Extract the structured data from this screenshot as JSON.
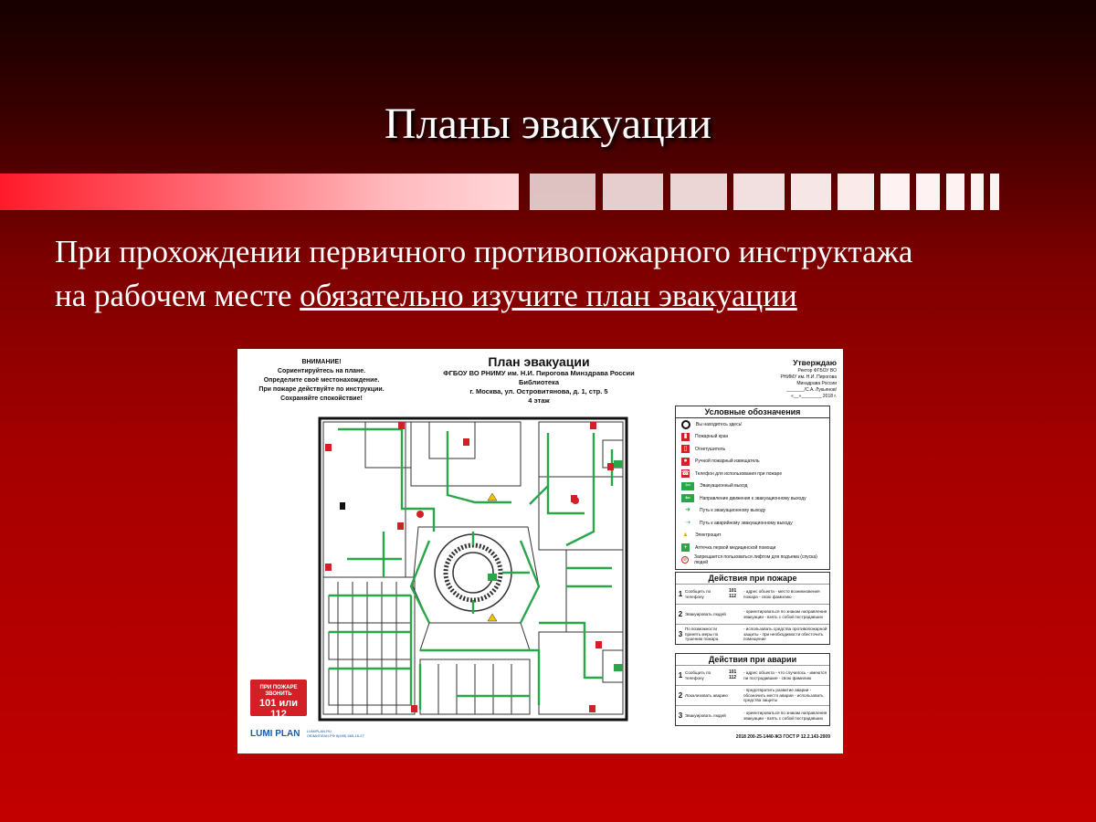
{
  "slide": {
    "title": "Планы эвакуации",
    "intro_line1": "При прохождении первичного противопожарного инструктажа",
    "intro_line2_plain": "на рабочем месте ",
    "intro_line2_underlined": "обязательно изучите план эвакуации"
  },
  "colors": {
    "accent": "#c20000",
    "band_light": "#fff2f2",
    "route_green": "#2aa64a",
    "sign_red": "#d31f26"
  },
  "plan": {
    "warning": [
      "ВНИМАНИЕ!",
      "Сориентируйтесь на плане.",
      "Определите своё местонахождение.",
      "При пожаре действуйте по инструкции.",
      "Сохраняйте спокойствие!"
    ],
    "title": "План эвакуации",
    "subtitle": [
      "ФГБОУ ВО РНИМУ им. Н.И. Пирогова Минздрава России",
      "Библиотека",
      "г. Москва, ул. Островитянова, д. 1, стр. 5",
      "4 этаж"
    ],
    "approval": {
      "heading": "Утверждаю",
      "lines": [
        "Ректор ФГБОУ ВО",
        "РНИМУ им. Н.И. Пирогова",
        "Минздрава России",
        "_______/С.А. Лукьянов/",
        "«__»________ 2018 г."
      ]
    },
    "legend": {
      "title": "Условные обозначения",
      "items": [
        {
          "icon": "you-are-here-icon",
          "label": "Вы находитесь здесь!"
        },
        {
          "icon": "fire-hydrant-icon",
          "label": "Пожарный кран"
        },
        {
          "icon": "fire-extinguisher-icon",
          "label": "Огнетушитель"
        },
        {
          "icon": "fire-alarm-button-icon",
          "label": "Ручной пожарный извещатель"
        },
        {
          "icon": "fire-phone-icon",
          "label": "Телефон для использования при пожаре"
        },
        {
          "icon": "emergency-exit-icon",
          "label": "Эвакуационный выход"
        },
        {
          "icon": "exit-direction-icon",
          "label": "Направление движения к эвакуационному выходу"
        },
        {
          "icon": "route-arrow-icon",
          "label": "Путь к эвакуационному выходу"
        },
        {
          "icon": "emergency-route-icon",
          "label": "Путь к аварийному эвакуационному выходу"
        },
        {
          "icon": "electrical-panel-icon",
          "label": "Электрощит"
        },
        {
          "icon": "first-aid-icon",
          "label": "Аптечка первой медицинской помощи"
        },
        {
          "icon": "no-elevator-icon",
          "label": "Запрещается пользоваться лифтом для подъема (спуска) людей"
        }
      ]
    },
    "fire_actions": {
      "title": "Действия при пожаре",
      "rows": [
        {
          "num": "1",
          "action": "Сообщить по телефону",
          "code": "101 112",
          "details": "- адрес объекта - место возникновения пожара - свою фамилию"
        },
        {
          "num": "2",
          "action": "Эвакуировать людей",
          "code": "",
          "details": "- ориентироваться по знакам направления эвакуации - взять с собой пострадавших"
        },
        {
          "num": "3",
          "action": "По возможности принять меры по тушению пожара",
          "code": "",
          "details": "- использовать средства противопожарной защиты - при необходимости обесточить помещение"
        }
      ]
    },
    "accident_actions": {
      "title": "Действия при аварии",
      "rows": [
        {
          "num": "1",
          "action": "Сообщить по телефону",
          "code": "101 112",
          "details": "- адрес объекта - что случилось - имеются ли пострадавшие - свою фамилию"
        },
        {
          "num": "2",
          "action": "Локализовать аварию",
          "code": "",
          "details": "- предотвратить развитие аварии - обозначить место аварии - использовать средства защиты"
        },
        {
          "num": "3",
          "action": "Эвакуировать людей",
          "code": "",
          "details": "- ориентироваться по знакам направления эвакуации - взять с собой пострадавших"
        }
      ]
    },
    "call_sign": {
      "line1": "ПРИ ПОЖАРЕ",
      "line2": "ЗВОНИТЬ",
      "numbers": "101 или 112"
    },
    "brand": {
      "name": "LUMI PLAN",
      "sub1": "LUMIPLAN.RU",
      "sub2": "ЛЮМИПЛАН.РФ  8(495) 665-15-27"
    },
    "standard": "2018 200-25-1440-ЖЗ ГОСТ Р 12.2.143-2009"
  }
}
